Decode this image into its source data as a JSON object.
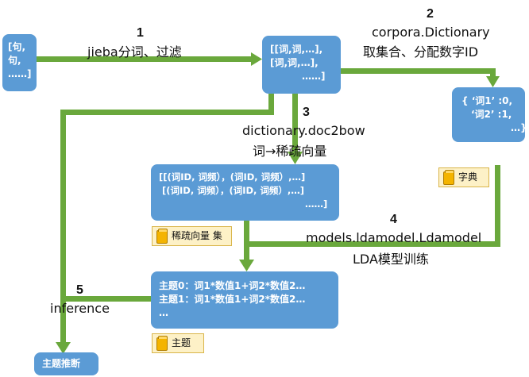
{
  "boxes": {
    "input": [
      "[句,",
      "句,",
      "……]"
    ],
    "corpus": [
      "[[词,词,…],",
      "[词,词,…],",
      "……]"
    ],
    "dict": [
      "{ ‘词1’ :0,",
      "‘词2’ :1,",
      "…}"
    ],
    "bow": [
      "[[(词ID, 词频），(词ID, 词频）,…]",
      "[(词ID, 词频），(词ID, 词频）,…]",
      "……]"
    ],
    "topics": [
      "主题0：词1*数值1+词2*数值2…",
      "主题1：词1*数值1+词2*数值2…",
      "…"
    ],
    "infer": "主题推断"
  },
  "steps": {
    "s1": {
      "num": "1",
      "label": "jieba分词、过滤"
    },
    "s2": {
      "num": "2",
      "label1": "corpora.Dictionary",
      "label2": "取集合、分配数字ID"
    },
    "s3": {
      "num": "3",
      "label1": "dictionary.doc2bow",
      "label2": "词→稀疏向量"
    },
    "s4": {
      "num": "4",
      "label1": "models.ldamodel.Ldamodel",
      "label2": "LDA模型训练"
    },
    "s5": {
      "num": "5",
      "label": "inference"
    }
  },
  "notes": {
    "dict": "字典",
    "bow": "稀疏向量 集",
    "topics": "主题"
  },
  "colors": {
    "box": "#5b9bd5",
    "arrow": "#6aa83c",
    "note": "#fdf1c7"
  }
}
